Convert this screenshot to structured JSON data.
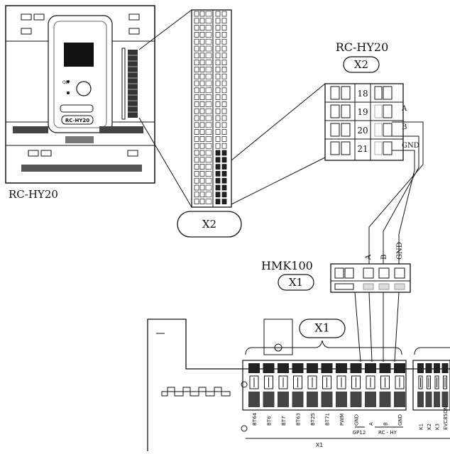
{
  "labels": {
    "controller_caption": "RC-HY20",
    "x2_bubble": "X2",
    "detail_title": "RC-HY20",
    "detail_bubble": "X2",
    "hmk_title": "HMK100",
    "hmk_bubble": "X1",
    "x1_bubble": "X1",
    "panel_label": "RC-HY20",
    "bus_label": "X1"
  },
  "x2_terminals": [
    {
      "num": "18",
      "signal": ""
    },
    {
      "num": "19",
      "signal": "A"
    },
    {
      "num": "20",
      "signal": "B"
    },
    {
      "num": "21",
      "signal": "GND"
    }
  ],
  "hmk_signals": [
    "A",
    "B",
    "GND"
  ],
  "x1_terminal_labels": [
    "BT64",
    "BT6",
    "BT7",
    "BT63",
    "BT25",
    "BT71",
    "PWM",
    "GND",
    "A",
    "B",
    "GND",
    "K1",
    "K2",
    "K3",
    "EVC85DN"
  ],
  "x1_group_labels": [
    "GP12",
    "RC - HY"
  ]
}
